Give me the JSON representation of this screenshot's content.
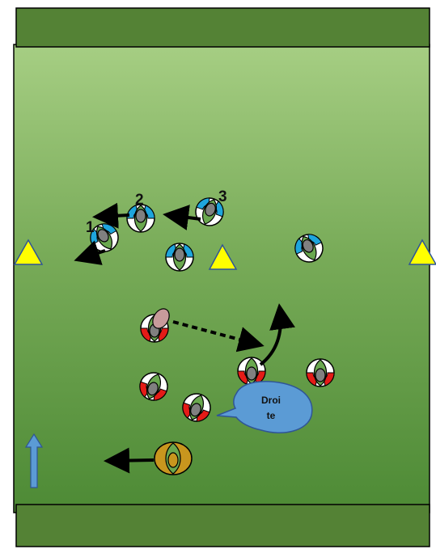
{
  "colors": {
    "endzone": "#548235",
    "field_top": "#a3cc80",
    "field_bottom": "#4f8a36",
    "cone": "#ffff00",
    "blue_team": "#1ea5dc",
    "red_team": "#e41b17",
    "ball_carrier": "#c8961e",
    "bubble": "#5b9bd5",
    "direction_arrow": "#5b9bd5"
  },
  "player_numbers": [
    "1",
    "2",
    "3"
  ],
  "bubble": {
    "line1": "Droi",
    "line2": "te"
  }
}
